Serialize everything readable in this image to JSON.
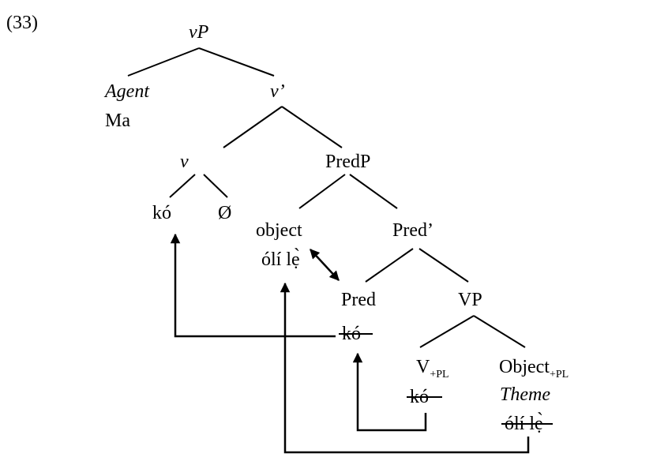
{
  "example_number": "(33)",
  "nodes": {
    "vP": {
      "head": "v",
      "rest": "P"
    },
    "agent": "Agent",
    "ma": "Ma",
    "v_bar": "v’",
    "v": "v",
    "predP": "PredP",
    "ko": "kó",
    "null": "Ø",
    "object": "object",
    "oli_le": "ólí lẹ̀",
    "pred_bar": "Pred’",
    "pred": "Pred",
    "pred_ko_trace": "kó",
    "vp": "VP",
    "v_pl": {
      "base": "V",
      "sub": "+PL"
    },
    "v_ko_trace": "kó",
    "object_pl": {
      "base": "Object",
      "sub": "+PL"
    },
    "theme": "Theme",
    "oli_le_trace": "ólí lẹ̀"
  }
}
